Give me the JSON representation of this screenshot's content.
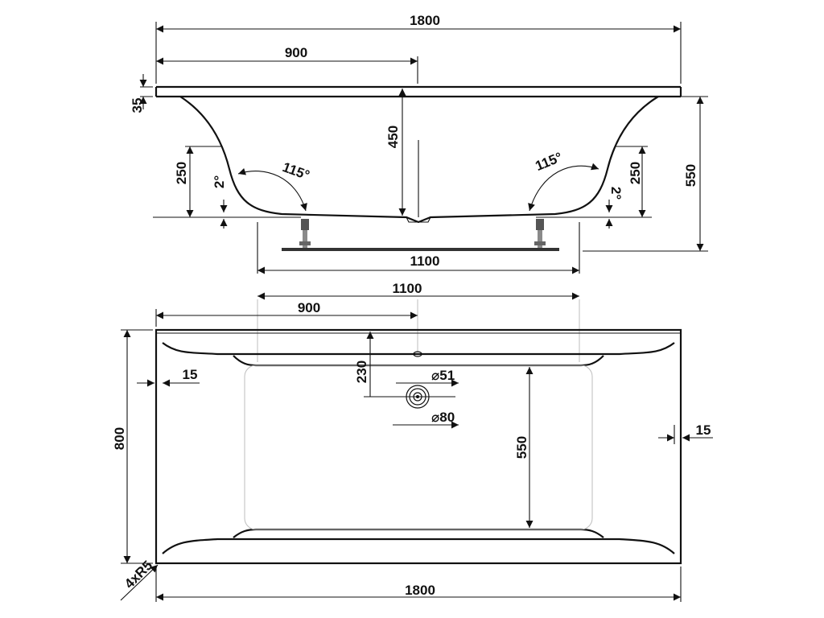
{
  "drawing": {
    "side_view": {
      "total_length": "1800",
      "half_length": "900",
      "rim_thickness": "35",
      "depth_to_drain": "450",
      "overall_height": "550",
      "inner_height_left": "250",
      "inner_height_right": "250",
      "slope_left": "2°",
      "slope_right": "2°",
      "wall_angle_left": "115°",
      "wall_angle_right": "115°",
      "leg_spacing": "1100"
    },
    "top_view": {
      "leg_spacing": "1100",
      "drain_offset_x": "900",
      "drain_offset_y": "230",
      "drain_diameter_small": "⌀51",
      "drain_diameter_large": "⌀80",
      "rim_left": "15",
      "rim_right": "15",
      "bottom_width": "550",
      "total_width": "800",
      "corner_radius": "4xR5",
      "total_length": "1800"
    }
  }
}
